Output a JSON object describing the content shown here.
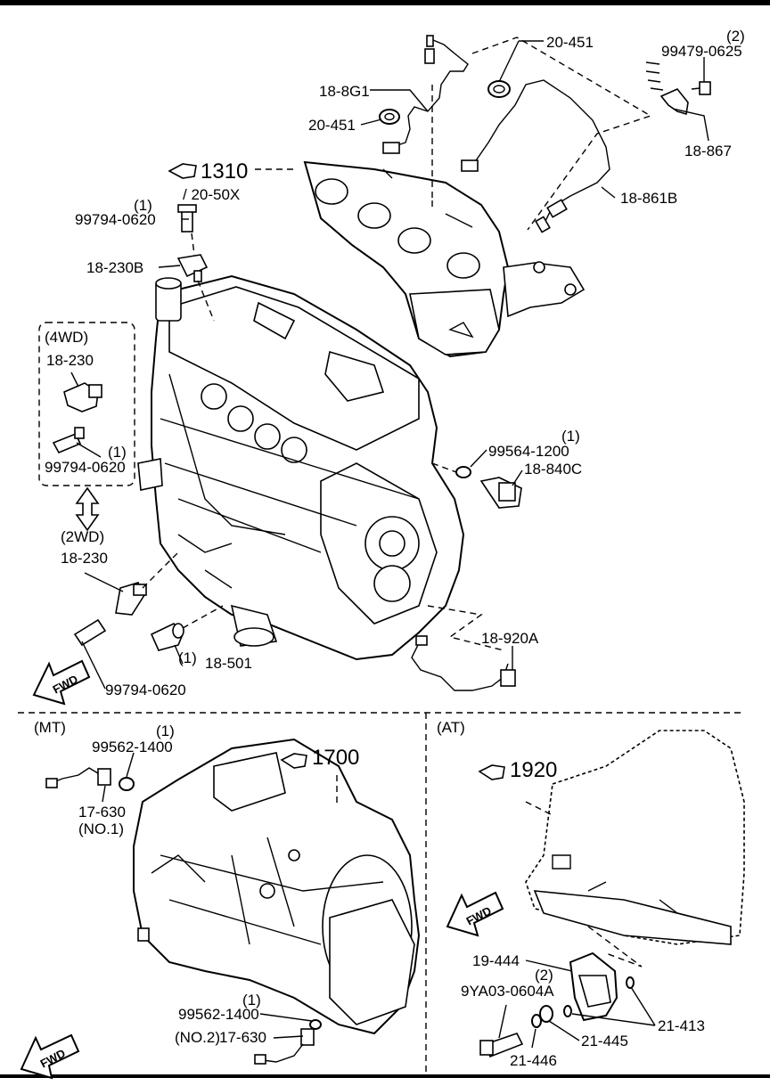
{
  "section_labels": {
    "mt": "(MT)",
    "at": "(AT)",
    "four_wd": "(4WD)",
    "two_wd": "(2WD)"
  },
  "references": {
    "manifold_ref": "1310",
    "manifold_sub": "/ 20-50X",
    "mt_ref": "1700",
    "at_ref": "1920"
  },
  "fwd_label": "FWD",
  "callouts": {
    "p20_451_a": "20-451",
    "q99479_qty": "(2)",
    "p99479": "99479-0625",
    "p18_8g1": "18-8G1",
    "p20_451_b": "20-451",
    "p18_867": "18-867",
    "p18_861b": "18-861B",
    "q99794_a": "(1)",
    "p99794_a": "99794-0620",
    "p18_230b": "18-230B",
    "p18_230_4wd": "18-230",
    "q99794_4wd": "(1)",
    "p99794_4wd": "99794-0620",
    "q99564": "(1)",
    "p99564": "99564-1200",
    "p18_840c": "18-840C",
    "p18_230_2wd": "18-230",
    "q18_501": "(1)",
    "p18_501": "18-501",
    "p99794_b": "99794-0620",
    "p18_920a": "18-920A",
    "q99562_a": "(1)",
    "p99562_a": "99562-1400",
    "p17_630_a": "17-630",
    "p17_630_a_note": "(NO.1)",
    "q99562_b": "(1)",
    "p99562_b": "99562-1400",
    "p17_630_b_note": "(NO.2)",
    "p17_630_b": "17-630",
    "p19_444": "19-444",
    "q9ya03": "(2)",
    "p9ya03": "9YA03-0604A",
    "p21_413": "21-413",
    "p21_445": "21-445",
    "p21_446": "21-446"
  }
}
